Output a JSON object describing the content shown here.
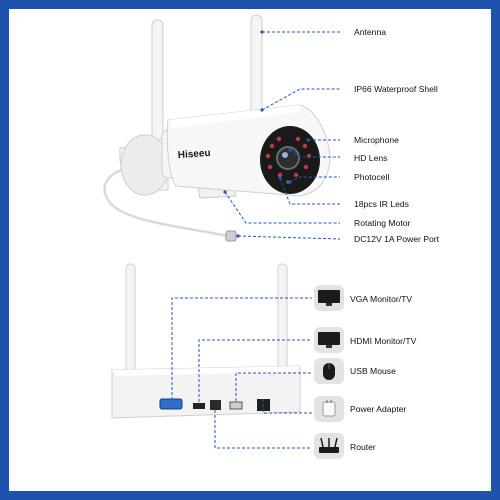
{
  "camera_labels": [
    {
      "id": "antenna",
      "text": "Antenna"
    },
    {
      "id": "shell",
      "text": "IP66 Waterproof Shell"
    },
    {
      "id": "microphone",
      "text": "Microphone"
    },
    {
      "id": "lens",
      "text": "HD Lens"
    },
    {
      "id": "photocell",
      "text": "Photocell"
    },
    {
      "id": "ir-leds",
      "text": "18pcs IR Leds"
    },
    {
      "id": "motor",
      "text": "Rotating Motor"
    },
    {
      "id": "power-port",
      "text": "DC12V 1A Power Port"
    }
  ],
  "nvr_labels": [
    {
      "id": "vga-monitor",
      "text": "VGA Monitor/TV",
      "icon": "monitor-icon"
    },
    {
      "id": "hdmi-monitor",
      "text": "HDMI Monitor/TV",
      "icon": "monitor-icon"
    },
    {
      "id": "usb-mouse",
      "text": "USB Mouse",
      "icon": "mouse-icon"
    },
    {
      "id": "power-adapter",
      "text": "Power Adapter",
      "icon": "power-adapter-icon"
    },
    {
      "id": "router",
      "text": "Router",
      "icon": "router-icon"
    }
  ],
  "brand": {
    "logo_text": "Hiseeu"
  },
  "colors": {
    "frame": "#1d52ad",
    "leader_line": "#1f5bb5",
    "chip_bg": "#e3e3e3"
  }
}
